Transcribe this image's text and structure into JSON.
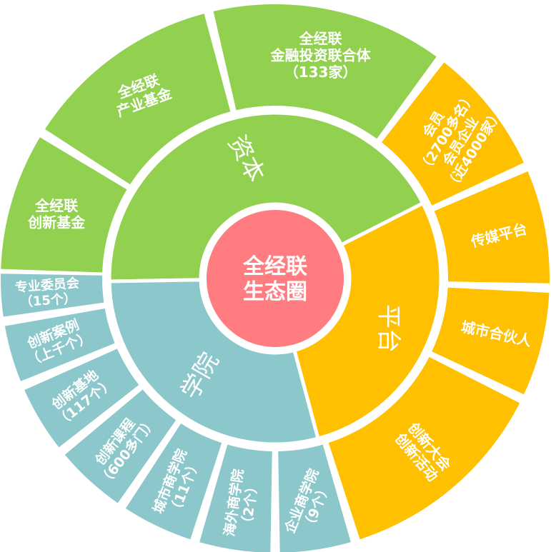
{
  "colors": {
    "capital": "#92D050",
    "platform": "#FFC000",
    "academy": "#8BC7CB",
    "center": "#FF7C80",
    "text": "#FFFFFF",
    "background": "#FFFFFF"
  },
  "center": {
    "lines": [
      "全经联",
      "生态圈"
    ]
  },
  "inner_ring": {
    "capital": {
      "label": "资本"
    },
    "platform": {
      "label": "平台"
    },
    "academy": {
      "label": "学院"
    }
  },
  "outer_ring": {
    "capital": [
      {
        "lines": [
          "全经联",
          "创新基金"
        ]
      },
      {
        "lines": [
          "全经联",
          "产业基金"
        ]
      },
      {
        "lines": [
          "全经联",
          "金融投资联合体",
          "（133家）"
        ]
      }
    ],
    "platform": [
      {
        "lines": [
          "会员",
          "（2700多名）",
          "会员企业",
          "（近4000家）"
        ]
      },
      {
        "lines": [
          "传媒平台"
        ]
      },
      {
        "lines": [
          "城市合伙人"
        ]
      },
      {
        "lines": [
          "创新大会",
          "创新活动"
        ]
      }
    ],
    "academy": [
      {
        "lines": [
          "企业商学院",
          "（9个）"
        ]
      },
      {
        "lines": [
          "海外商学院",
          "（2个）"
        ]
      },
      {
        "lines": [
          "城市商学院",
          "（11个）"
        ]
      },
      {
        "lines": [
          "创新课程",
          "（600多门）"
        ]
      },
      {
        "lines": [
          "创新基地",
          "（117个）"
        ]
      },
      {
        "lines": [
          "创新案例",
          "（上千个）"
        ]
      },
      {
        "lines": [
          "专业委员会",
          "（15个）"
        ]
      }
    ]
  }
}
